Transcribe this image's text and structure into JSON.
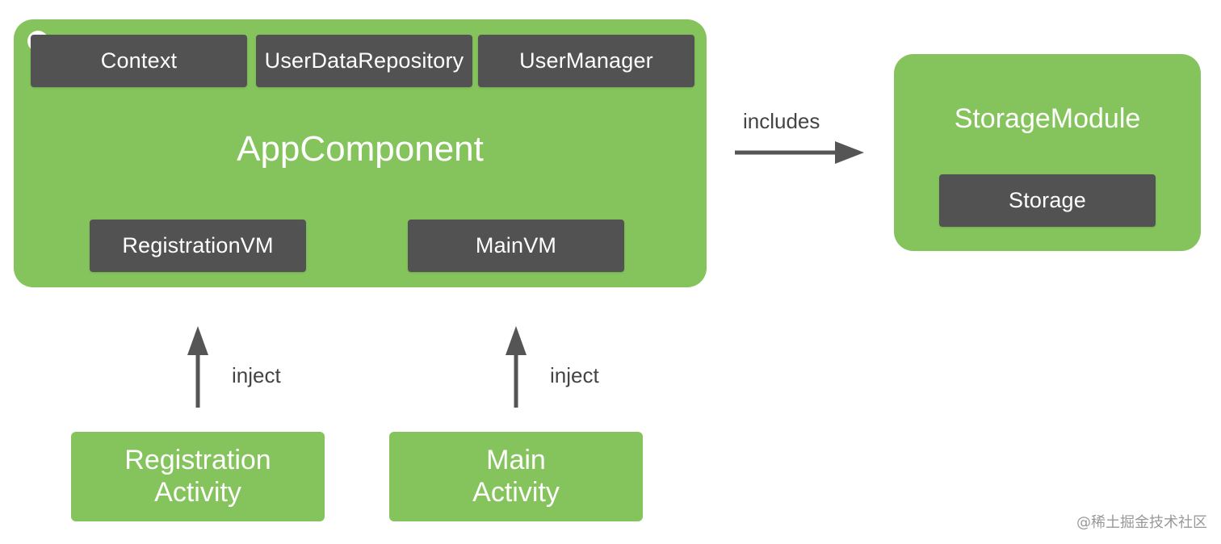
{
  "app_component": {
    "title": "AppComponent",
    "bindings": [
      "Context",
      "UserDataRepository",
      "UserManager"
    ],
    "view_models": [
      "RegistrationVM",
      "MainVM"
    ]
  },
  "storage_module": {
    "title": "StorageModule",
    "item": "Storage"
  },
  "edges": {
    "includes": "includes",
    "inject_left": "inject",
    "inject_right": "inject"
  },
  "activities": {
    "registration": [
      "Registration",
      "Activity"
    ],
    "main": [
      "Main",
      "Activity"
    ]
  },
  "watermark": "@稀土掘金技术社区",
  "colors": {
    "node_green": "#85c45c",
    "box_dark": "#525252",
    "arrow": "#555555"
  }
}
